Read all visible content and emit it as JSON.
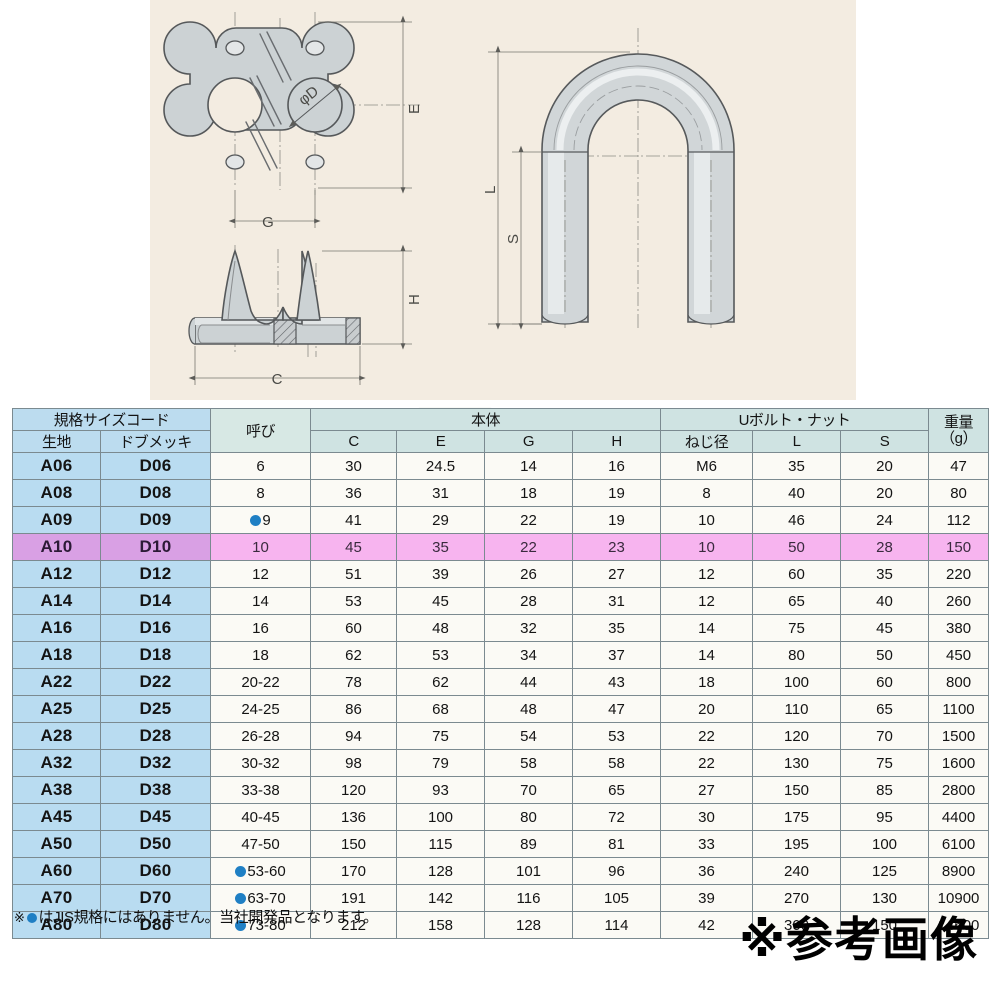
{
  "drawing": {
    "panel_bg": "#f3ece1",
    "labels": {
      "top_view_e": "E",
      "top_view_g": "G",
      "top_view_phid": "φD",
      "front_view_c": "C",
      "front_view_h": "H",
      "ubolt_l": "L",
      "ubolt_s": "S"
    }
  },
  "table": {
    "group_headers": {
      "size_code": "規格サイズコード",
      "nominal": "呼び",
      "body": "本体",
      "ubolt_nut": "Uボルト・ナット",
      "weight": "重量",
      "weight_unit": "（g）"
    },
    "sub_headers": {
      "kiji": "生地",
      "dobu": "ドブメッキ",
      "c": "C",
      "e": "E",
      "g": "G",
      "h": "H",
      "neji": "ねじ径",
      "l": "L",
      "s": "S"
    },
    "rows": [
      {
        "kiji": "A06",
        "dobu": "D06",
        "nominal": "6",
        "dot": false,
        "c": "30",
        "e": "24.5",
        "g": "14",
        "h": "16",
        "neji": "M6",
        "l": "35",
        "s": "20",
        "weight": "47"
      },
      {
        "kiji": "A08",
        "dobu": "D08",
        "nominal": "8",
        "dot": false,
        "c": "36",
        "e": "31",
        "g": "18",
        "h": "19",
        "neji": "8",
        "l": "40",
        "s": "20",
        "weight": "80"
      },
      {
        "kiji": "A09",
        "dobu": "D09",
        "nominal": "9",
        "dot": true,
        "c": "41",
        "e": "29",
        "g": "22",
        "h": "19",
        "neji": "10",
        "l": "46",
        "s": "24",
        "weight": "112"
      },
      {
        "kiji": "A10",
        "dobu": "D10",
        "nominal": "10",
        "dot": false,
        "c": "45",
        "e": "35",
        "g": "22",
        "h": "23",
        "neji": "10",
        "l": "50",
        "s": "28",
        "weight": "150",
        "highlight": true
      },
      {
        "kiji": "A12",
        "dobu": "D12",
        "nominal": "12",
        "dot": false,
        "c": "51",
        "e": "39",
        "g": "26",
        "h": "27",
        "neji": "12",
        "l": "60",
        "s": "35",
        "weight": "220"
      },
      {
        "kiji": "A14",
        "dobu": "D14",
        "nominal": "14",
        "dot": false,
        "c": "53",
        "e": "45",
        "g": "28",
        "h": "31",
        "neji": "12",
        "l": "65",
        "s": "40",
        "weight": "260"
      },
      {
        "kiji": "A16",
        "dobu": "D16",
        "nominal": "16",
        "dot": false,
        "c": "60",
        "e": "48",
        "g": "32",
        "h": "35",
        "neji": "14",
        "l": "75",
        "s": "45",
        "weight": "380"
      },
      {
        "kiji": "A18",
        "dobu": "D18",
        "nominal": "18",
        "dot": false,
        "c": "62",
        "e": "53",
        "g": "34",
        "h": "37",
        "neji": "14",
        "l": "80",
        "s": "50",
        "weight": "450"
      },
      {
        "kiji": "A22",
        "dobu": "D22",
        "nominal": "20-22",
        "dot": false,
        "c": "78",
        "e": "62",
        "g": "44",
        "h": "43",
        "neji": "18",
        "l": "100",
        "s": "60",
        "weight": "800"
      },
      {
        "kiji": "A25",
        "dobu": "D25",
        "nominal": "24-25",
        "dot": false,
        "c": "86",
        "e": "68",
        "g": "48",
        "h": "47",
        "neji": "20",
        "l": "110",
        "s": "65",
        "weight": "1100"
      },
      {
        "kiji": "A28",
        "dobu": "D28",
        "nominal": "26-28",
        "dot": false,
        "c": "94",
        "e": "75",
        "g": "54",
        "h": "53",
        "neji": "22",
        "l": "120",
        "s": "70",
        "weight": "1500"
      },
      {
        "kiji": "A32",
        "dobu": "D32",
        "nominal": "30-32",
        "dot": false,
        "c": "98",
        "e": "79",
        "g": "58",
        "h": "58",
        "neji": "22",
        "l": "130",
        "s": "75",
        "weight": "1600"
      },
      {
        "kiji": "A38",
        "dobu": "D38",
        "nominal": "33-38",
        "dot": false,
        "c": "120",
        "e": "93",
        "g": "70",
        "h": "65",
        "neji": "27",
        "l": "150",
        "s": "85",
        "weight": "2800"
      },
      {
        "kiji": "A45",
        "dobu": "D45",
        "nominal": "40-45",
        "dot": false,
        "c": "136",
        "e": "100",
        "g": "80",
        "h": "72",
        "neji": "30",
        "l": "175",
        "s": "95",
        "weight": "4400"
      },
      {
        "kiji": "A50",
        "dobu": "D50",
        "nominal": "47-50",
        "dot": false,
        "c": "150",
        "e": "115",
        "g": "89",
        "h": "81",
        "neji": "33",
        "l": "195",
        "s": "100",
        "weight": "6100"
      },
      {
        "kiji": "A60",
        "dobu": "D60",
        "nominal": "53-60",
        "dot": true,
        "c": "170",
        "e": "128",
        "g": "101",
        "h": "96",
        "neji": "36",
        "l": "240",
        "s": "125",
        "weight": "8900"
      },
      {
        "kiji": "A70",
        "dobu": "D70",
        "nominal": "63-70",
        "dot": true,
        "c": "191",
        "e": "142",
        "g": "116",
        "h": "105",
        "neji": "39",
        "l": "270",
        "s": "130",
        "weight": "10900"
      },
      {
        "kiji": "A80",
        "dobu": "D80",
        "nominal": "73-80",
        "dot": true,
        "c": "212",
        "e": "158",
        "g": "128",
        "h": "114",
        "neji": "42",
        "l": "300",
        "s": "150",
        "weight": "14600"
      }
    ]
  },
  "footnote": {
    "prefix": "※",
    "text": "はJIS規格にはありません。当社開発品となります。"
  },
  "reference_note": "※参考画像",
  "colors": {
    "header_body": "#cfe3e2",
    "header_code": "#bcdcef",
    "row_code": "#b9dcf1",
    "row_cell": "#fbfaf5",
    "highlight_cell": "#f7b4ef",
    "highlight_code": "#d9a0e4",
    "dot_blue": "#1f7fc4",
    "panel_bg": "#f3ece1"
  }
}
